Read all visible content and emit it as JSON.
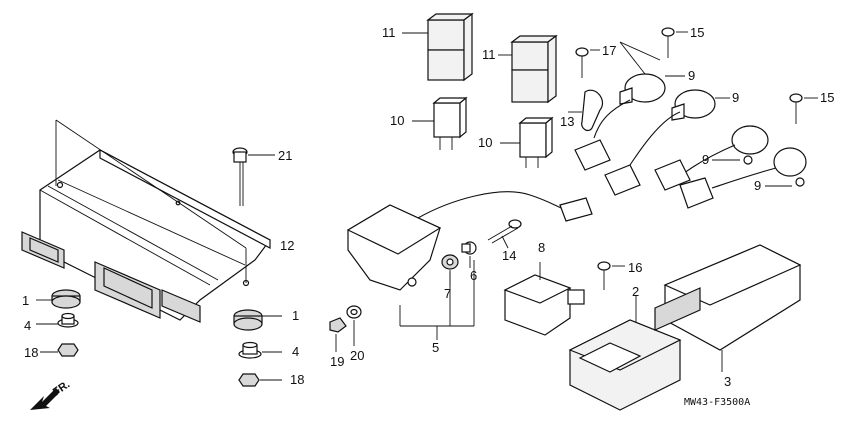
{
  "callouts": [
    {
      "id": "c1a",
      "text": "1"
    },
    {
      "id": "c1b",
      "text": "1"
    },
    {
      "id": "c2",
      "text": "2"
    },
    {
      "id": "c3",
      "text": "3"
    },
    {
      "id": "c4a",
      "text": "4"
    },
    {
      "id": "c4b",
      "text": "4"
    },
    {
      "id": "c5",
      "text": "5"
    },
    {
      "id": "c6",
      "text": "6"
    },
    {
      "id": "c7",
      "text": "7"
    },
    {
      "id": "c8",
      "text": "8"
    },
    {
      "id": "c9a",
      "text": "9"
    },
    {
      "id": "c9b",
      "text": "9"
    },
    {
      "id": "c9c",
      "text": "9"
    },
    {
      "id": "c9d",
      "text": "9"
    },
    {
      "id": "c10a",
      "text": "10"
    },
    {
      "id": "c10b",
      "text": "10"
    },
    {
      "id": "c11a",
      "text": "11"
    },
    {
      "id": "c11b",
      "text": "11"
    },
    {
      "id": "c12",
      "text": "12"
    },
    {
      "id": "c13",
      "text": "13"
    },
    {
      "id": "c14",
      "text": "14"
    },
    {
      "id": "c15a",
      "text": "15"
    },
    {
      "id": "c15b",
      "text": "15"
    },
    {
      "id": "c16",
      "text": "16"
    },
    {
      "id": "c17",
      "text": "17"
    },
    {
      "id": "c18a",
      "text": "18"
    },
    {
      "id": "c18b",
      "text": "18"
    },
    {
      "id": "c19",
      "text": "19"
    },
    {
      "id": "c20",
      "text": "20"
    },
    {
      "id": "c21",
      "text": "21"
    }
  ],
  "direction_label": "FR.",
  "drawing_ref": "MW43-F3500A"
}
